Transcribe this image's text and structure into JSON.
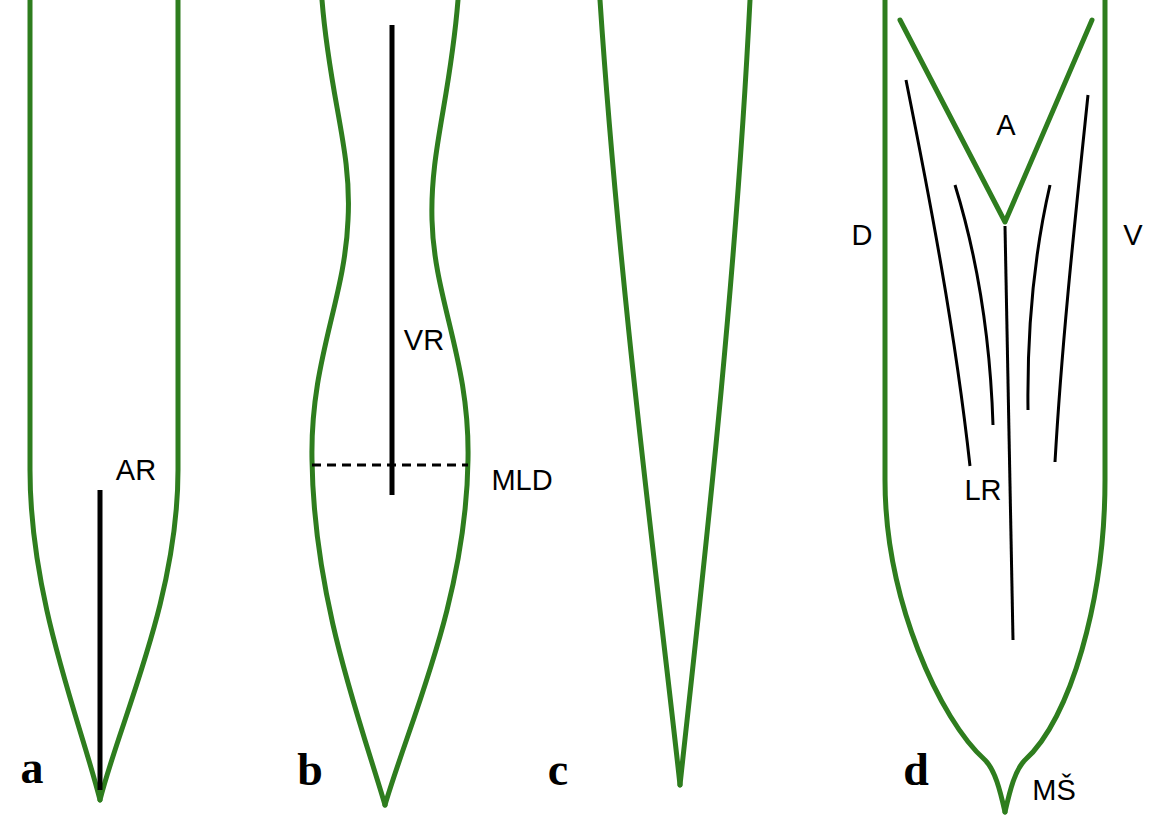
{
  "diagram": {
    "labels": [
      "a",
      "AR",
      "b",
      "VR",
      "MLD",
      "c",
      "d",
      "A",
      "D",
      "V",
      "LR",
      "MŠ"
    ]
  }
}
